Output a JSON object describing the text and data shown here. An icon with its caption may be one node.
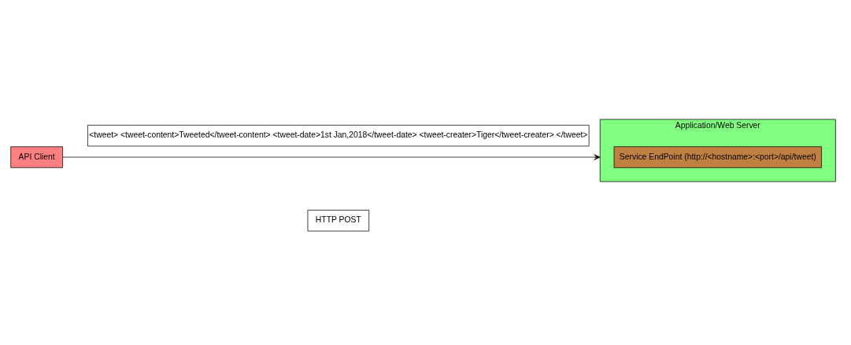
{
  "diagram": {
    "nodes": [
      {
        "text": [
          "API Client"
        ]
      },
      {
        "text": [
          "<tweet> <tweet-content>Tweeted</tweet-content> <tweet-date>1st Jan,2018</tweet-date> <tweet-creater>Tiger</tweet-creater> </tweet>"
        ]
      },
      {
        "text": [
          "HTTP POST"
        ]
      },
      {
        "text": [
          "Application/Web Server"
        ]
      },
      {
        "text": [
          "Service EndPoint (http://<hostname>:<port>/api/tweet)"
        ],
        "in": 3
      }
    ],
    "edges": [
      {
        "from": 0,
        "to": 3,
        "arrow": "to"
      }
    ]
  }
}
